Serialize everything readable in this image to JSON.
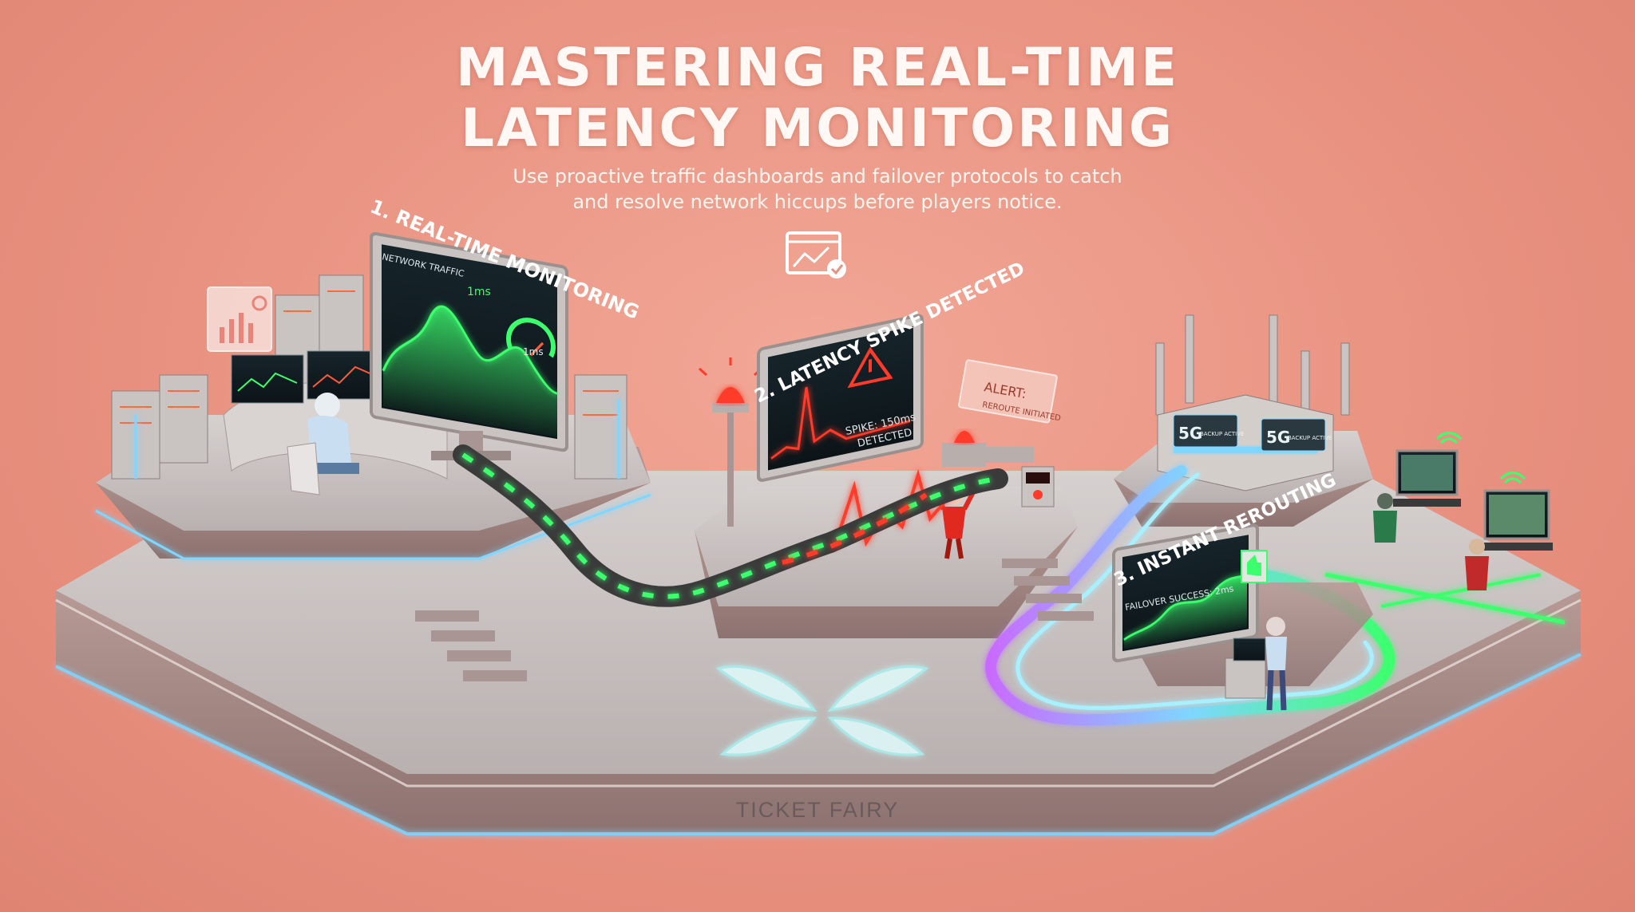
{
  "header": {
    "title_line1": "MASTERING REAL-TIME",
    "title_line2": "LATENCY MONITORING",
    "subtitle_line1": "Use proactive traffic dashboards and failover protocols to catch",
    "subtitle_line2": "and resolve network hiccups before players notice.",
    "icon": "chart-check-icon"
  },
  "stages": {
    "stage1_label": "1. REAL-TIME MONITORING",
    "stage2_label": "2. LATENCY SPIKE DETECTED",
    "stage3_label": "3. INSTANT REROUTING"
  },
  "monitor1": {
    "title": "NETWORK TRAFFIC",
    "reading": "1ms",
    "gauge_reading": "1ms"
  },
  "monitor2": {
    "spike_text": "SPIKE: 150ms",
    "detected_text": "DETECTED"
  },
  "alert": {
    "line1": "ALERT:",
    "line2": "REROUTE INITIATED"
  },
  "router": {
    "badge1_main": "5G",
    "badge1_sub": "BACKUP ACTIVE",
    "badge2_main": "5G",
    "badge2_sub": "BACKUP ACTIVE"
  },
  "monitor3": {
    "title": "FAILOVER SUCCESS: 2ms"
  },
  "brand": {
    "name": "TICKET FAIRY"
  },
  "colors": {
    "background": "#e8907f",
    "platform_top": "#c9c3c2",
    "platform_side": "#a98f8c",
    "neon_blue": "#7fd6ff",
    "neon_green": "#3cff6e",
    "neon_purple": "#c86bff",
    "alert_red": "#ff3a2a",
    "screen_dark": "#1b2a30"
  }
}
